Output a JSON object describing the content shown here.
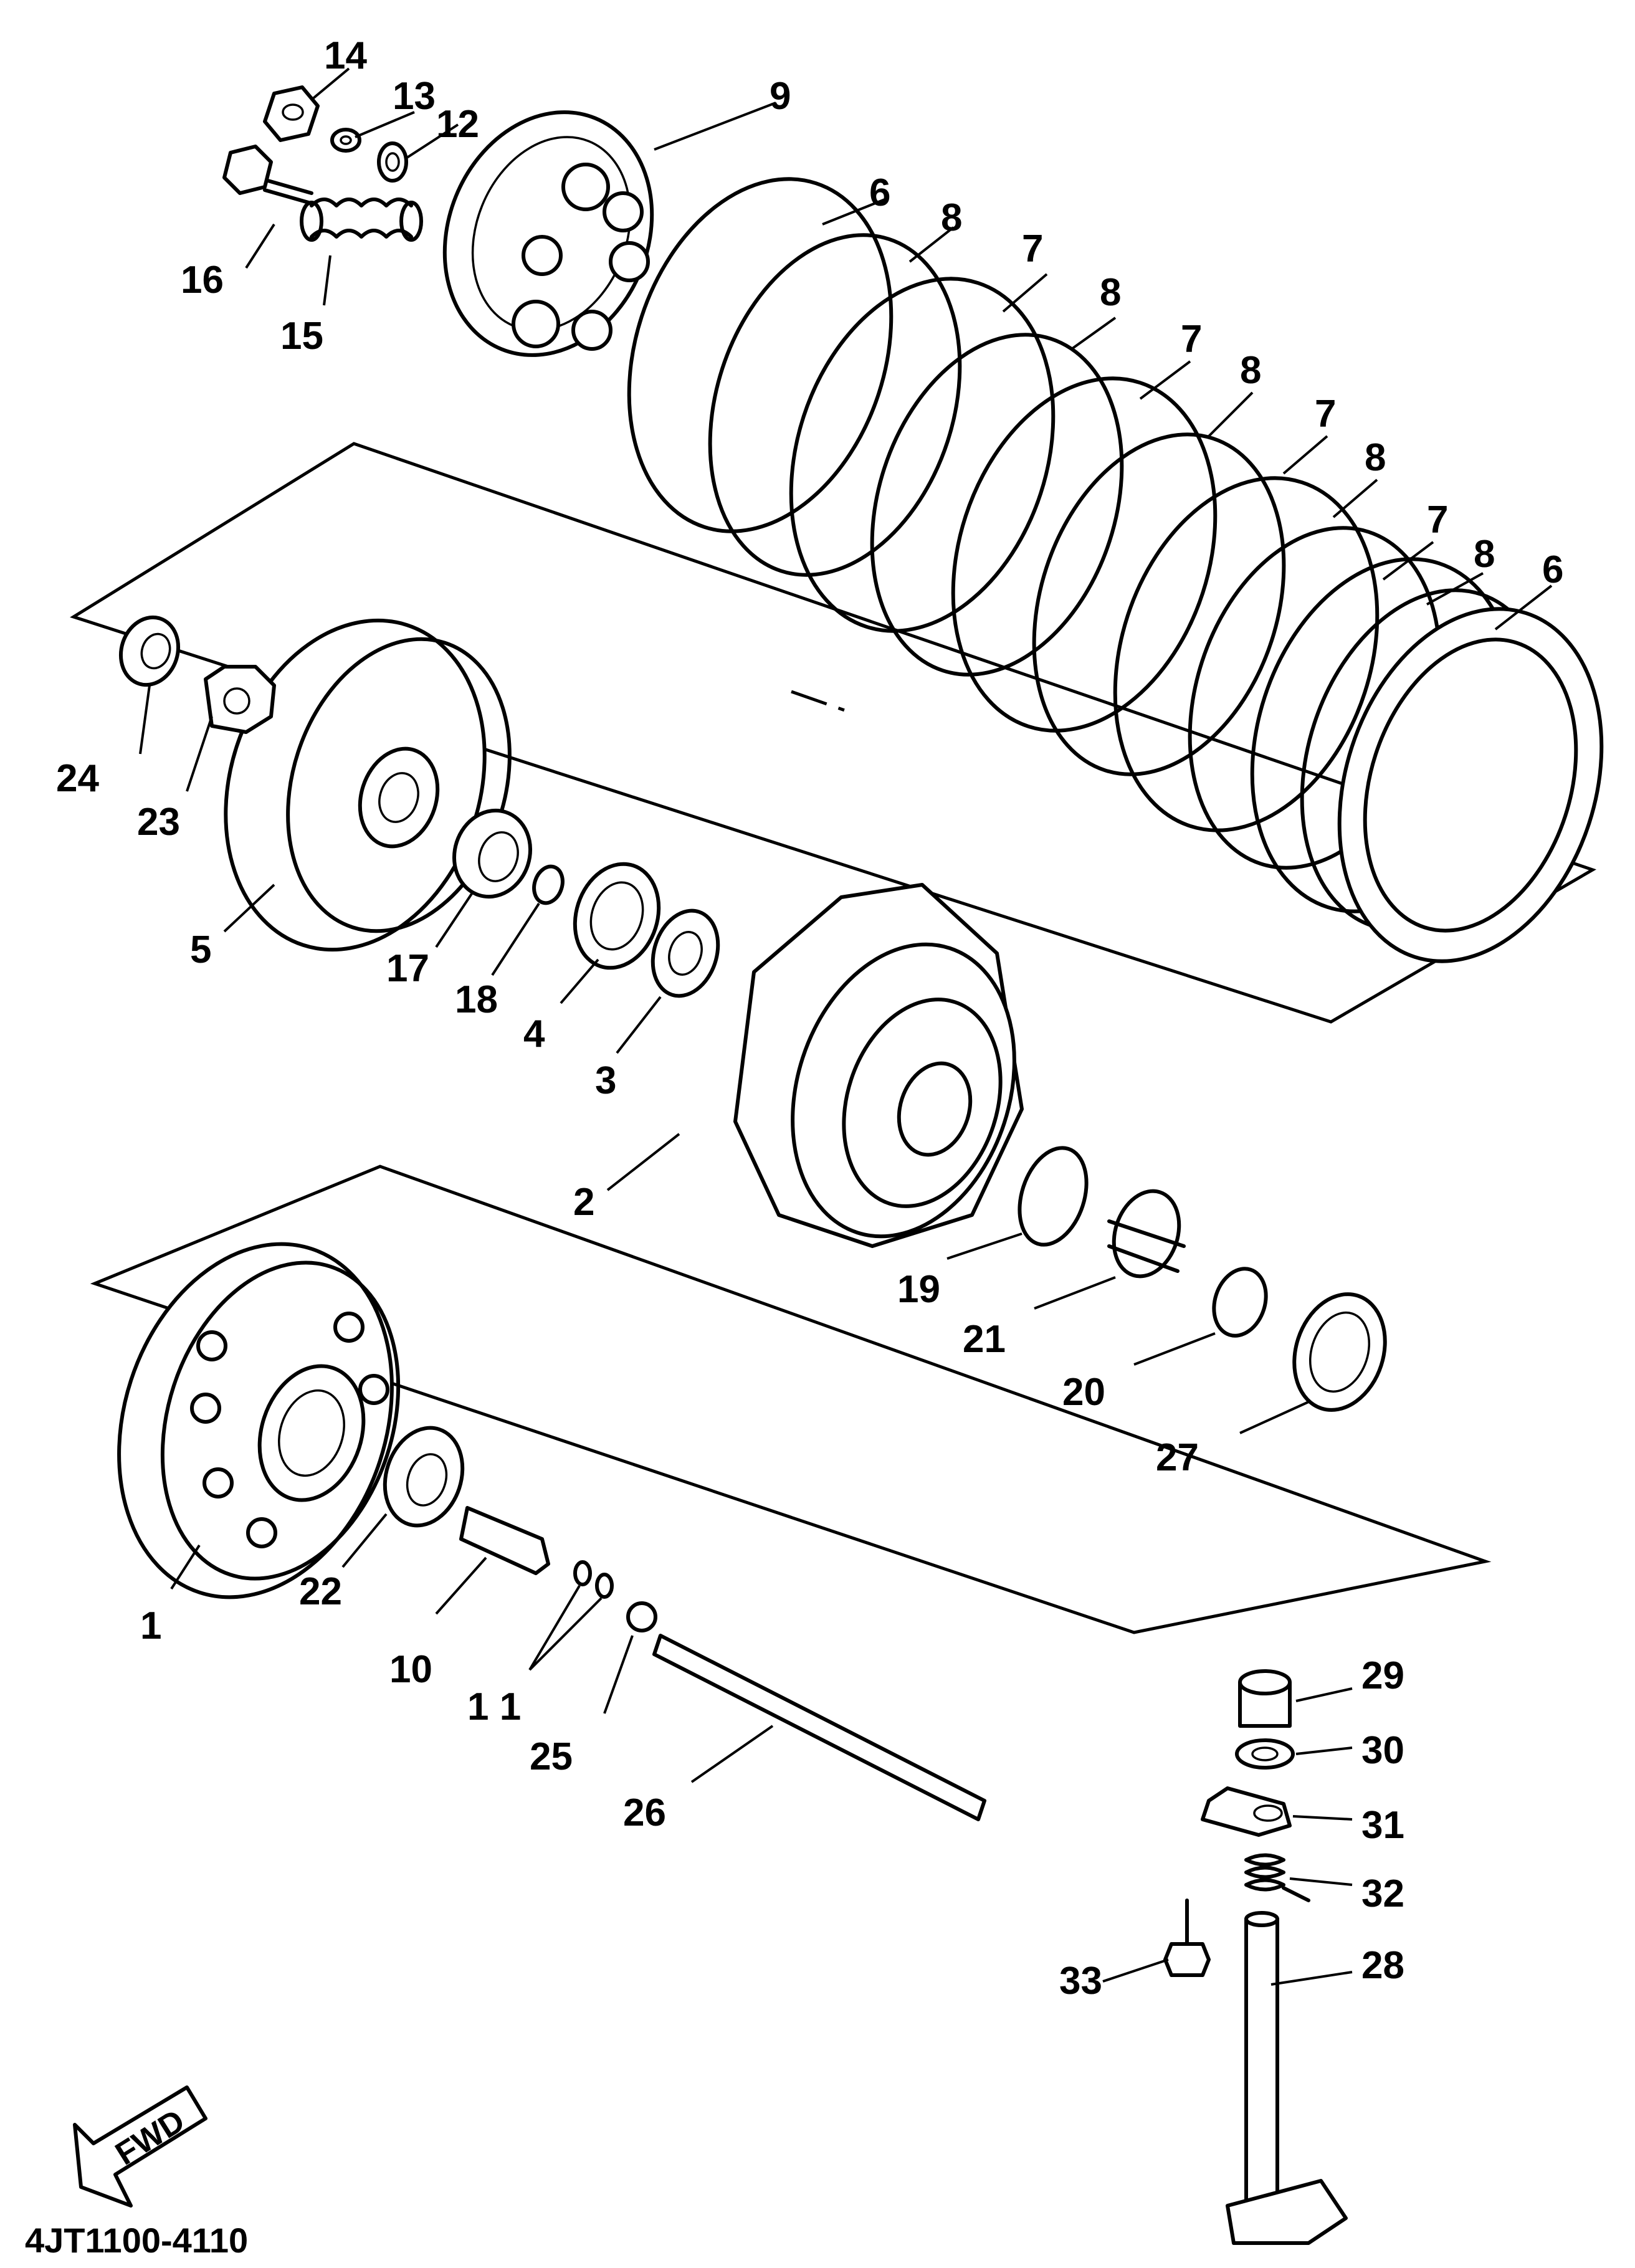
{
  "diagram_code": "4JT1100-4110",
  "fwd_arrow_label": "FWD",
  "callouts": [
    {
      "id": "c1",
      "label": "1"
    },
    {
      "id": "c2",
      "label": "2"
    },
    {
      "id": "c3",
      "label": "3"
    },
    {
      "id": "c4",
      "label": "4"
    },
    {
      "id": "c5",
      "label": "5"
    },
    {
      "id": "c6a",
      "label": "6"
    },
    {
      "id": "c6b",
      "label": "6"
    },
    {
      "id": "c7a",
      "label": "7"
    },
    {
      "id": "c7b",
      "label": "7"
    },
    {
      "id": "c7c",
      "label": "7"
    },
    {
      "id": "c7d",
      "label": "7"
    },
    {
      "id": "c8a",
      "label": "8"
    },
    {
      "id": "c8b",
      "label": "8"
    },
    {
      "id": "c8c",
      "label": "8"
    },
    {
      "id": "c8d",
      "label": "8"
    },
    {
      "id": "c8e",
      "label": "8"
    },
    {
      "id": "c9",
      "label": "9"
    },
    {
      "id": "c10",
      "label": "10"
    },
    {
      "id": "c11",
      "label": "1 1"
    },
    {
      "id": "c12",
      "label": "12"
    },
    {
      "id": "c13",
      "label": "13"
    },
    {
      "id": "c14",
      "label": "14"
    },
    {
      "id": "c15",
      "label": "15"
    },
    {
      "id": "c16",
      "label": "16"
    },
    {
      "id": "c17",
      "label": "17"
    },
    {
      "id": "c18",
      "label": "18"
    },
    {
      "id": "c19",
      "label": "19"
    },
    {
      "id": "c20",
      "label": "20"
    },
    {
      "id": "c21",
      "label": "21"
    },
    {
      "id": "c22",
      "label": "22"
    },
    {
      "id": "c23",
      "label": "23"
    },
    {
      "id": "c24",
      "label": "24"
    },
    {
      "id": "c25",
      "label": "25"
    },
    {
      "id": "c26",
      "label": "26"
    },
    {
      "id": "c27",
      "label": "27"
    },
    {
      "id": "c28",
      "label": "28"
    },
    {
      "id": "c29",
      "label": "29"
    },
    {
      "id": "c30",
      "label": "30"
    },
    {
      "id": "c31",
      "label": "31"
    },
    {
      "id": "c32",
      "label": "32"
    },
    {
      "id": "c33",
      "label": "33"
    }
  ]
}
